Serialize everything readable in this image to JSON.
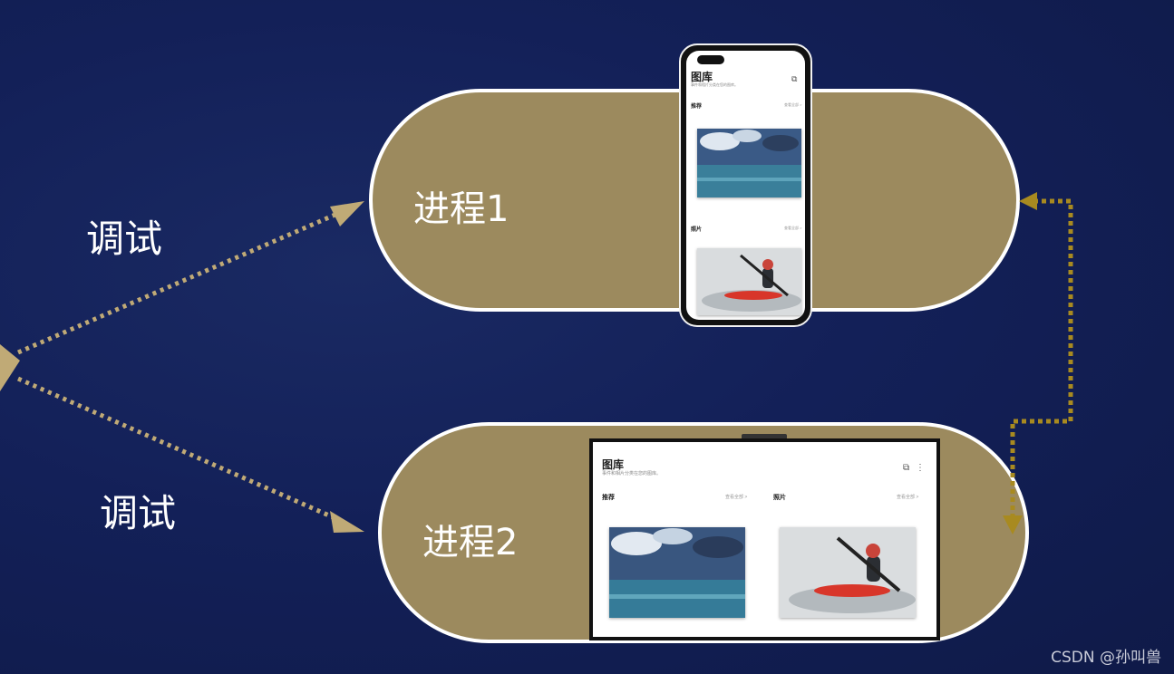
{
  "debug_top": "调试",
  "debug_bottom": "调试",
  "process1": "进程1",
  "process2": "进程2",
  "app": {
    "title": "图库",
    "subtitle": "事件和相片分类在您的图库。",
    "section_recommend": "推荐",
    "section_photos": "照片",
    "more": "查看全部 >"
  },
  "colors": {
    "pill": "#9c8a5e",
    "arrow_left": "#c0aa76",
    "arrow_right": "#a88a20",
    "background": "#142050"
  },
  "watermark": "CSDN @孙叫兽"
}
